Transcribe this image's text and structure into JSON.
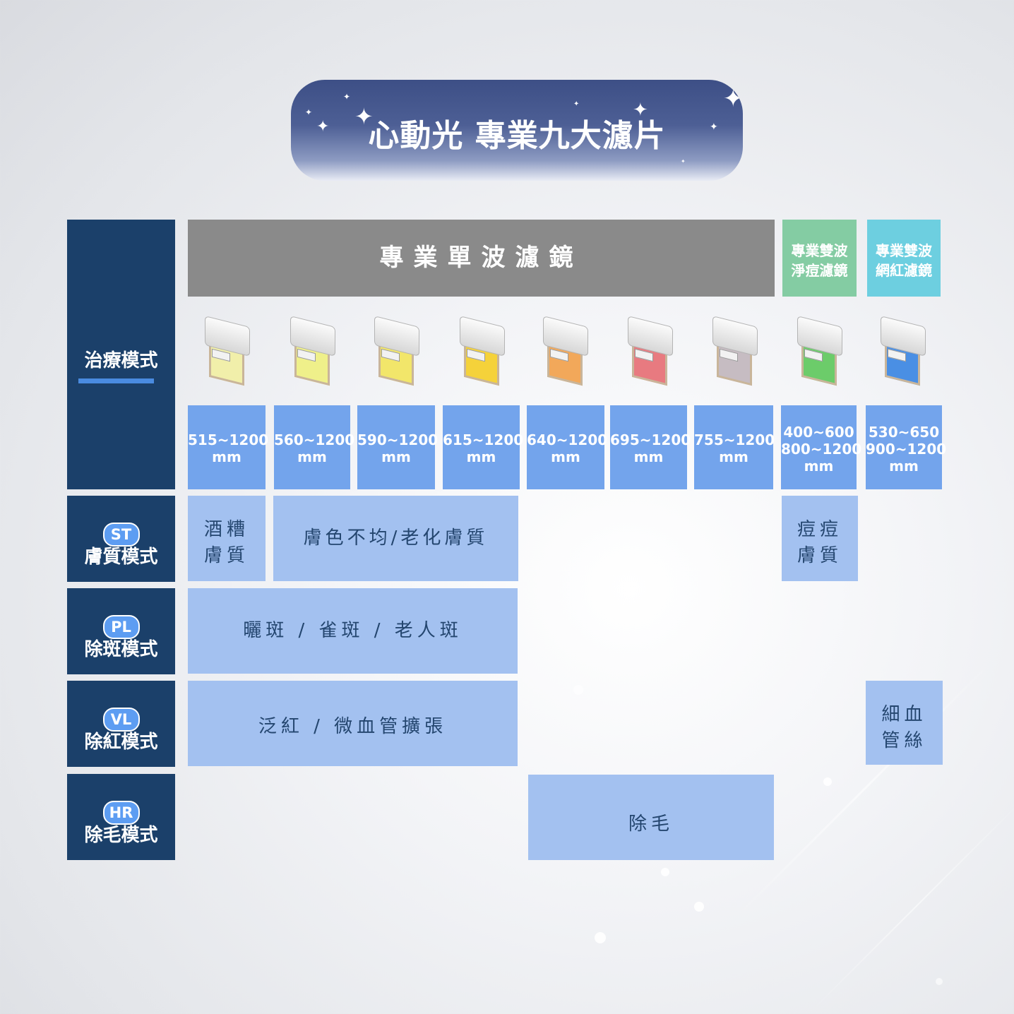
{
  "title": "心動光 專業九大濾片",
  "table": {
    "corner_label": "治療模式",
    "header_single": "專業單波濾鏡",
    "header_acne": {
      "line1": "專業雙波",
      "line2": "淨痘濾鏡"
    },
    "header_vascular": {
      "line1": "專業雙波",
      "line2": "網紅濾鏡"
    },
    "filters": [
      {
        "wave": [
          "515~1200",
          "mm"
        ],
        "color": "#f1efaa"
      },
      {
        "wave": [
          "560~1200",
          "mm"
        ],
        "color": "#eff08a"
      },
      {
        "wave": [
          "590~1200",
          "mm"
        ],
        "color": "#f2e66a"
      },
      {
        "wave": [
          "615~1200",
          "mm"
        ],
        "color": "#f5d23a"
      },
      {
        "wave": [
          "640~1200",
          "mm"
        ],
        "color": "#f2a85a"
      },
      {
        "wave": [
          "695~1200",
          "mm"
        ],
        "color": "#e87a80"
      },
      {
        "wave": [
          "755~1200",
          "mm"
        ],
        "color": "#c6bcc2"
      },
      {
        "wave": [
          "400~600",
          "800~1200",
          "mm"
        ],
        "color": "#6ccc6a"
      },
      {
        "wave": [
          "530~650",
          "900~1200",
          "mm"
        ],
        "color": "#4a8fe4"
      }
    ],
    "modes": [
      {
        "badge": "ST",
        "name": "膚質模式"
      },
      {
        "badge": "PL",
        "name": "除斑模式"
      },
      {
        "badge": "VL",
        "name": "除紅模式"
      },
      {
        "badge": "HR",
        "name": "除毛模式"
      }
    ],
    "treatments": {
      "st_rosacea": {
        "line1": "酒糟",
        "line2": "膚質"
      },
      "st_tone": "膚色不均/老化膚質",
      "st_acne": {
        "line1": "痘痘",
        "line2": "膚質"
      },
      "pl_spots": "曬斑 / 雀斑 / 老人斑",
      "vl_redness": "泛紅 / 微血管擴張",
      "vl_veins": {
        "line1": "細血",
        "line2": "管絲"
      },
      "hr_hair": "除毛"
    }
  },
  "colors": {
    "navy": "#1b406a",
    "header_gray": "#8a8a8a",
    "header_green": "#84cca3",
    "header_cyan": "#6dcfe0",
    "wave_blue": "#73a4ec",
    "treat_blue": "#a3c1f0",
    "badge_blue": "#5d9df2"
  }
}
